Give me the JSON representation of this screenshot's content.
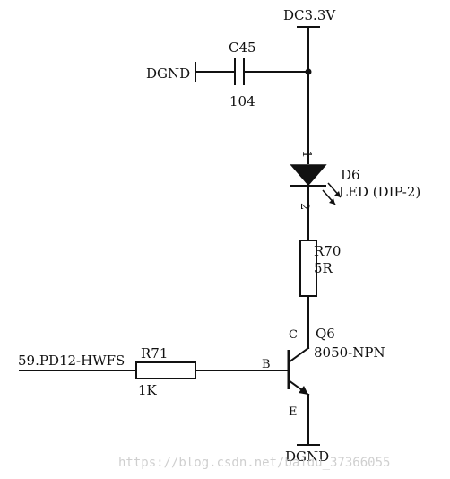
{
  "labels": {
    "power": "DC3.3V",
    "ground_top": "DGND",
    "ground_bottom": "DGND",
    "signal": "59.PD12-HWFS"
  },
  "capacitor": {
    "ref": "C45",
    "value": "104"
  },
  "led": {
    "ref": "D6",
    "value": "LED (DIP-2)",
    "pin_anode": "1",
    "pin_cathode": "2"
  },
  "resistor_collector": {
    "ref": "R70",
    "value": "5R"
  },
  "resistor_base": {
    "ref": "R71",
    "value": "1K"
  },
  "transistor": {
    "ref": "Q6",
    "value": "8050-NPN",
    "pin_collector": "C",
    "pin_base": "B",
    "pin_emitter": "E"
  },
  "watermark": "https://blog.csdn.net/baidu_37366055"
}
